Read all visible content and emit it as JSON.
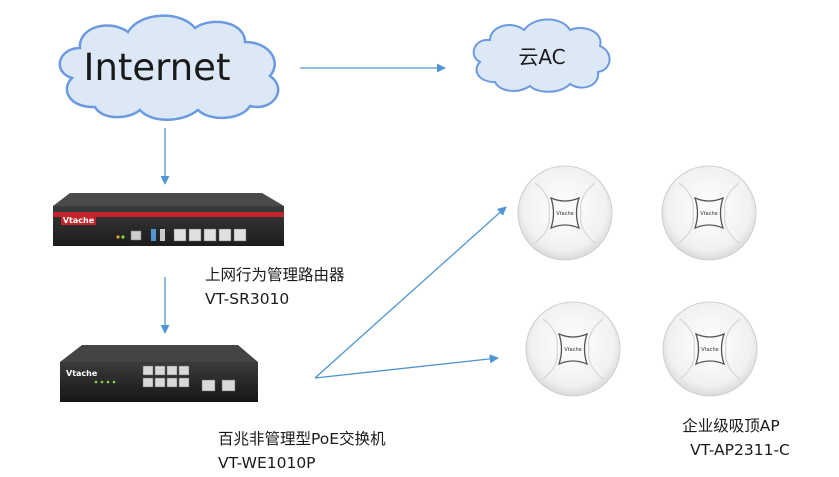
{
  "clouds": {
    "internet": "Internet",
    "cloud_ac": "云AC"
  },
  "router": {
    "brand": "Vtache",
    "name": "上网行为管理路由器",
    "model": "VT-SR3010"
  },
  "switch": {
    "brand": "Vtache",
    "name": "百兆非管理型PoE交换机",
    "model": "VT-WE1010P"
  },
  "access_points": {
    "brand": "Vtache",
    "name": "企业级吸顶AP",
    "model": "VT-AP2311-C"
  },
  "colors": {
    "cloud_fill": "#dde8f7",
    "cloud_stroke": "#6c9ae0",
    "arrow": "#4f94d4",
    "device_dark": "#2b2b2b",
    "router_red": "#c0262b"
  }
}
